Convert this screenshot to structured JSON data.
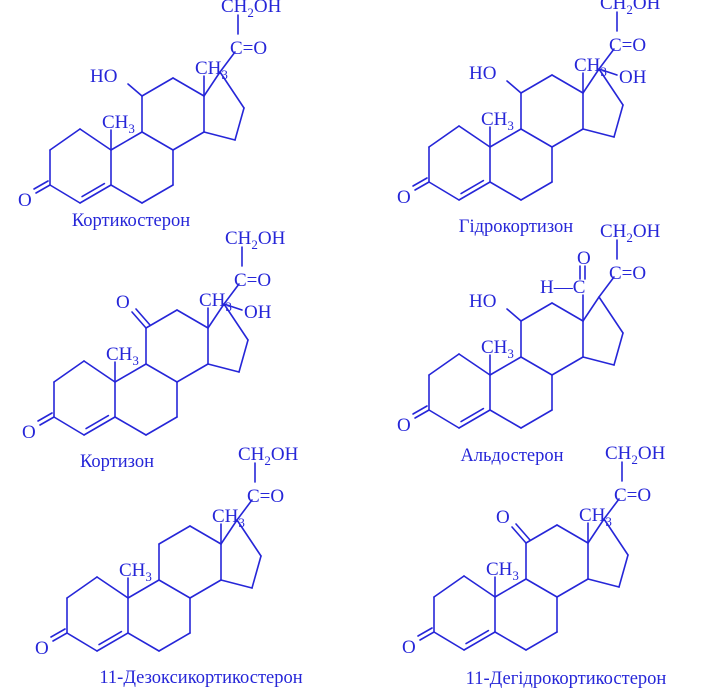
{
  "molecules": [
    {
      "name": "Кортикостерон",
      "labels": {
        "oh11": "HO",
        "ch3_c19": "CH",
        "ch3_c18": "CH",
        "sidechain_top": "CH",
        "sidechain_top_tail": "OH",
        "carbonyl": "C=O",
        "ketone3": "O"
      }
    },
    {
      "name": "Гідрокортизон",
      "labels": {
        "oh11": "HO",
        "ch3_c19": "CH",
        "ch3_c18": "CH",
        "sidechain_top": "CH",
        "sidechain_top_tail": "OH",
        "carbonyl": "C=O",
        "oh17": "OH",
        "ketone3": "O"
      }
    },
    {
      "name": "Кортизон",
      "labels": {
        "oxo11": "O",
        "ch3_c19": "CH",
        "ch3_c18": "CH",
        "sidechain_top": "CH",
        "sidechain_top_tail": "OH",
        "carbonyl": "C=O",
        "oh17": "OH",
        "ketone3": "O"
      }
    },
    {
      "name": "Альдостерон",
      "labels": {
        "oh11": "HO",
        "ch3_c19": "CH",
        "aldehyde_o": "O",
        "aldehyde_h": "H—C",
        "sidechain_top": "CH",
        "sidechain_top_tail": "OH",
        "carbonyl": "C=O",
        "ketone3": "O"
      }
    },
    {
      "name": "11-Дезоксикортикостерон",
      "labels": {
        "ch3_c19": "CH",
        "ch3_c18": "CH",
        "sidechain_top": "CH",
        "sidechain_top_tail": "OH",
        "carbonyl": "C=O",
        "ketone3": "O"
      }
    },
    {
      "name": "11-Дегідрокортикостерон",
      "labels": {
        "oxo11": "O",
        "ch3_c19": "CH",
        "ch3_c18": "CH",
        "sidechain_top": "CH",
        "sidechain_top_tail": "OH",
        "carbonyl": "C=O",
        "ketone3": "O"
      }
    }
  ],
  "subscripts": {
    "methyl": "3",
    "methylene": "2"
  },
  "colors": {
    "ink": "#2626d8",
    "background": "#ffffff"
  }
}
